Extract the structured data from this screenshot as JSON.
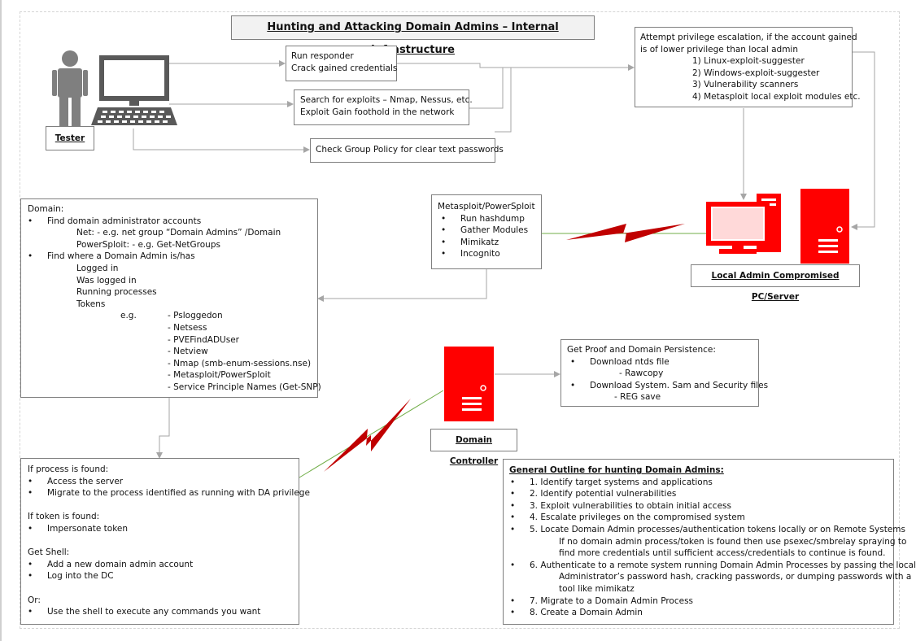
{
  "title": "Hunting and Attacking Domain Admins – Internal Infrastructure",
  "tester_label": "Tester",
  "local_admin_label": "Local Admin Compromised PC/Server",
  "dc_label": "Domain Controller",
  "responder": {
    "line1": "Run responder",
    "line2": "Crack gained credentials"
  },
  "exploits": {
    "line1": "Search for exploits – Nmap, Nessus, etc.",
    "line2": "Exploit Gain foothold in the network"
  },
  "gpo": {
    "line1": "Check Group Policy for clear text passwords"
  },
  "privesc": {
    "line1": "Attempt privilege escalation, if the account gained",
    "line2": "is of lower privilege than local admin",
    "items": [
      "1) Linux-exploit-suggester",
      "2) Windows-exploit-suggester",
      "3) Vulnerability scanners",
      "4) Metasploit local exploit modules etc."
    ]
  },
  "metasploit": {
    "heading": "Metasploit/PowerSploit",
    "items": [
      "Run hashdump",
      "Gather Modules",
      "Mimikatz",
      "Incognito"
    ]
  },
  "domain": {
    "heading": "Domain:",
    "b1": "Find domain administrator accounts",
    "b1a": "Net: - e.g. net group “Domain Admins” /Domain",
    "b1b": "PowerSploit: - e.g. Get-NetGroups",
    "b2": "Find where a Domain Admin is/has",
    "s1": "Logged in",
    "s2": "Was logged in",
    "s3": "Running processes",
    "s4": "Tokens",
    "eg": "e.g.",
    "tools": [
      "- Psloggedon",
      "- Netsess",
      "- PVEFindADUser",
      "- Netview",
      "- Nmap (smb-enum-sessions.nse)",
      "- Metasploit/PowerSploit",
      "- Service Principle Names (Get-SNP)"
    ]
  },
  "proof": {
    "heading": "Get Proof and Domain Persistence:",
    "b1": "Download ntds file",
    "b1a": "- Rawcopy",
    "b2": "Download System. Sam and Security files",
    "b2a": "- REG save"
  },
  "process": {
    "h1": "If process is found:",
    "p1": "Access the server",
    "p2": "Migrate to the process identified as running with DA privilege",
    "h2": "If token is found:",
    "t1": "Impersonate token",
    "h3": "Get Shell:",
    "g1": "Add a new domain admin account",
    "g2": "Log into the DC",
    "h4": "Or:",
    "o1": "Use the shell to execute any commands you want"
  },
  "outline": {
    "heading": "General Outline for hunting Domain Admins:",
    "s1": "1. Identify target systems and applications",
    "s2": "2. Identify potential vulnerabilities",
    "s3": "3. Exploit vulnerabilities to obtain initial access",
    "s4": "4. Escalate privileges on the compromised system",
    "s5": "5. Locate Domain Admin processes/authentication tokens locally or on Remote Systems",
    "s5a": "If no domain admin process/token is found then use psexec/smbrelay spraying to",
    "s5b": "find more credentials until sufficient access/credentials to continue is found.",
    "s6": "6. Authenticate to a remote system running Domain Admin Processes by passing the local",
    "s6a": "Administrator’s password hash, cracking passwords, or dumping passwords with a",
    "s6b": "tool like mimikatz",
    "s7": "7. Migrate to a Domain Admin Process",
    "s8": "8. Create a Domain Admin"
  },
  "colors": {
    "server_red": "#ff0000",
    "lightning": "#c00000",
    "link_green": "#70ad47",
    "arrow_gray": "#a6a6a6",
    "person_gray": "#7f7f7f"
  },
  "icons": [
    "person-icon",
    "monitor-icon",
    "keyboard-icon",
    "desktop-pc-icon",
    "tower-server-icon",
    "domain-controller-server-icon",
    "lightning-icon"
  ]
}
